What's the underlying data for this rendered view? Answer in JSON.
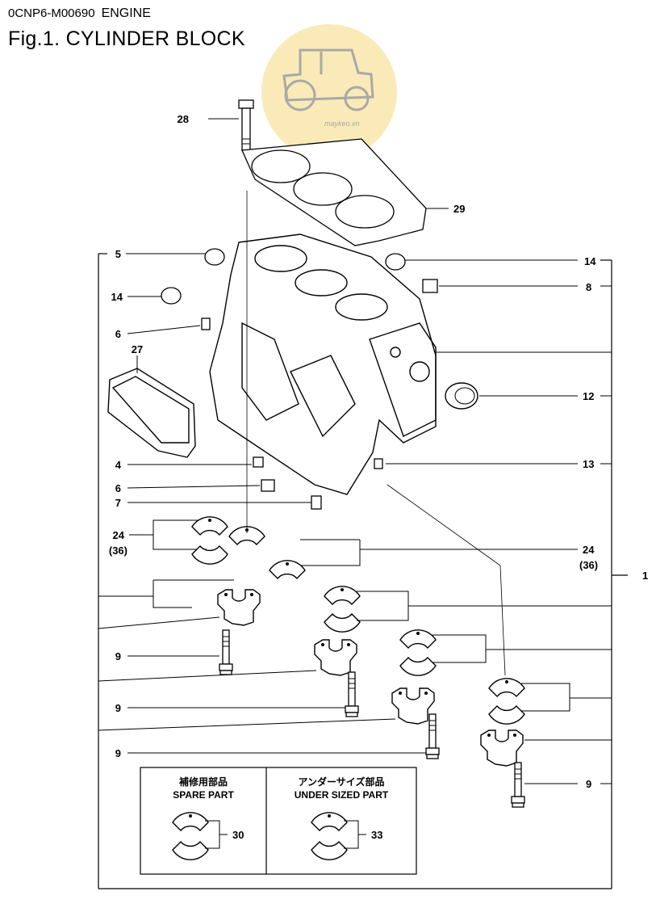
{
  "header": {
    "code": "0CNP6-M00690",
    "section": "ENGINE",
    "title": "Fig.1.  CYLINDER BLOCK"
  },
  "watermark": {
    "text": "maykeo.vn",
    "color": "#f6df8f"
  },
  "callouts": {
    "c28": "28",
    "c29": "29",
    "c5": "5",
    "c14a": "14",
    "c14b": "14",
    "c8": "8",
    "c6a": "6",
    "c27": "27",
    "c12": "12",
    "c4": "4",
    "c13": "13",
    "c6b": "6",
    "c7": "7",
    "c24a": "24",
    "c36a": "(36)",
    "c24b": "24",
    "c36b": "(36)",
    "c1": "1",
    "c9a": "9",
    "c9b": "9",
    "c9c": "9",
    "c9d": "9",
    "c30": "30",
    "c33": "33"
  },
  "legend": {
    "spare_jp": "補修用部品",
    "spare_en": "SPARE PART",
    "under_jp": "アンダーサイズ部品",
    "under_en": "UNDER SIZED PART"
  }
}
